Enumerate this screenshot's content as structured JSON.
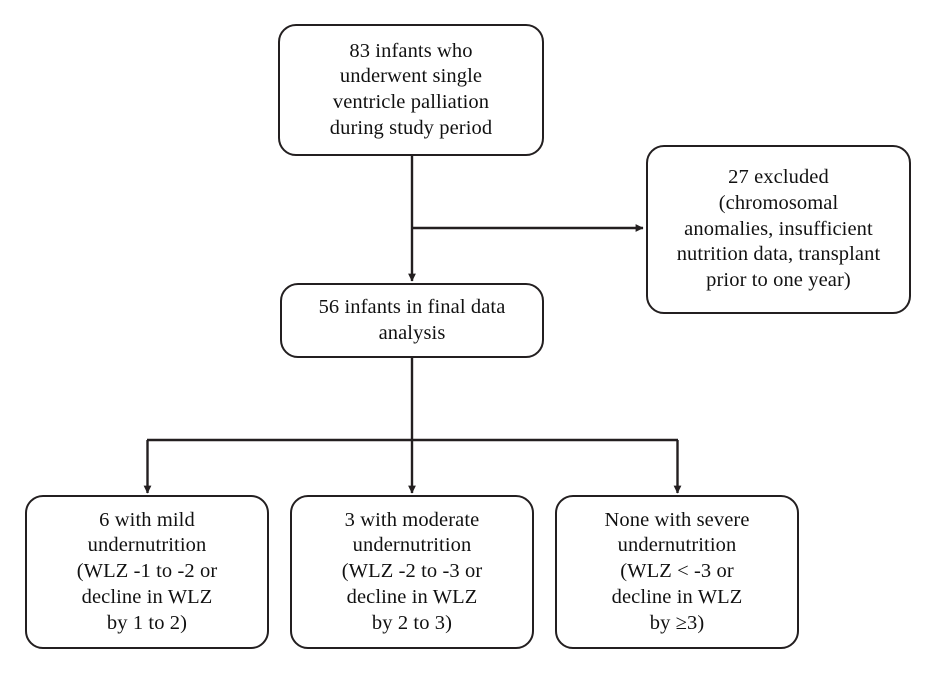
{
  "diagram": {
    "title": "Single ventricle palliation study flow diagram",
    "line_color": "#231f20",
    "background": "#ffffff",
    "nodes": {
      "enrolled": {
        "id": "enrolled",
        "text": "83 infants who\nunderwent single\nventricle palliation\nduring study period",
        "count": 83
      },
      "excluded": {
        "id": "excluded",
        "text": "27 excluded\n(chromosomal\nanomalies, insufficient\nnutrition data, transplant\nprior to one year)",
        "count": 27
      },
      "analyzed": {
        "id": "analyzed",
        "text": "56 infants in final data\nanalysis",
        "count": 56
      },
      "mild": {
        "id": "mild",
        "text": "6 with mild\nundernutrition\n(WLZ -1 to -2 or\ndecline in WLZ\nby 1 to 2)",
        "count": 6
      },
      "moderate": {
        "id": "moderate",
        "text": "3 with moderate\nundernutrition\n(WLZ -2 to -3 or\ndecline in WLZ\nby 2 to 3)",
        "count": 3
      },
      "severe": {
        "id": "severe",
        "text": "None with severe\nundernutrition\n(WLZ < -3 or\ndecline in WLZ\nby ≥3)",
        "count": 0
      }
    },
    "edges": [
      {
        "from": "enrolled",
        "to": "excluded",
        "style": "elbow-right-arrow"
      },
      {
        "from": "enrolled",
        "to": "analyzed",
        "style": "straight-down-arrow"
      },
      {
        "from": "analyzed",
        "to": "mild",
        "style": "bus-down-arrow"
      },
      {
        "from": "analyzed",
        "to": "moderate",
        "style": "bus-down-arrow"
      },
      {
        "from": "analyzed",
        "to": "severe",
        "style": "bus-down-arrow"
      }
    ]
  }
}
